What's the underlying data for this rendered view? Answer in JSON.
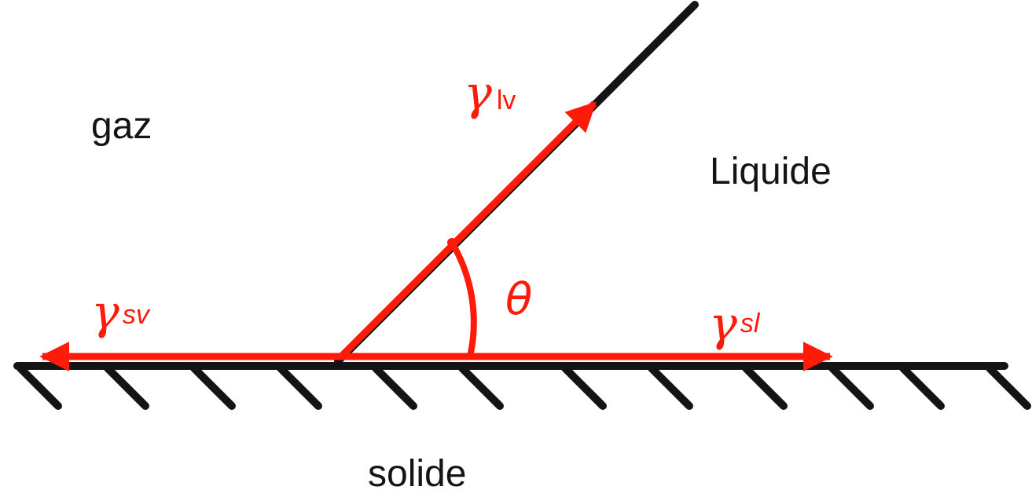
{
  "labels": {
    "gas": "gaz",
    "liquid": "Liquide",
    "solid": "solide",
    "angle": "θ"
  },
  "tensions": {
    "liquid_vapor": {
      "symbol": "γ",
      "subscript": "lv"
    },
    "solid_vapor": {
      "symbol": "γ",
      "subscript": "sv"
    },
    "solid_liquid": {
      "symbol": "γ",
      "subscript": "sl"
    }
  },
  "colors": {
    "force": "#ff1a0a",
    "surface": "#141414",
    "text": "#141414"
  }
}
